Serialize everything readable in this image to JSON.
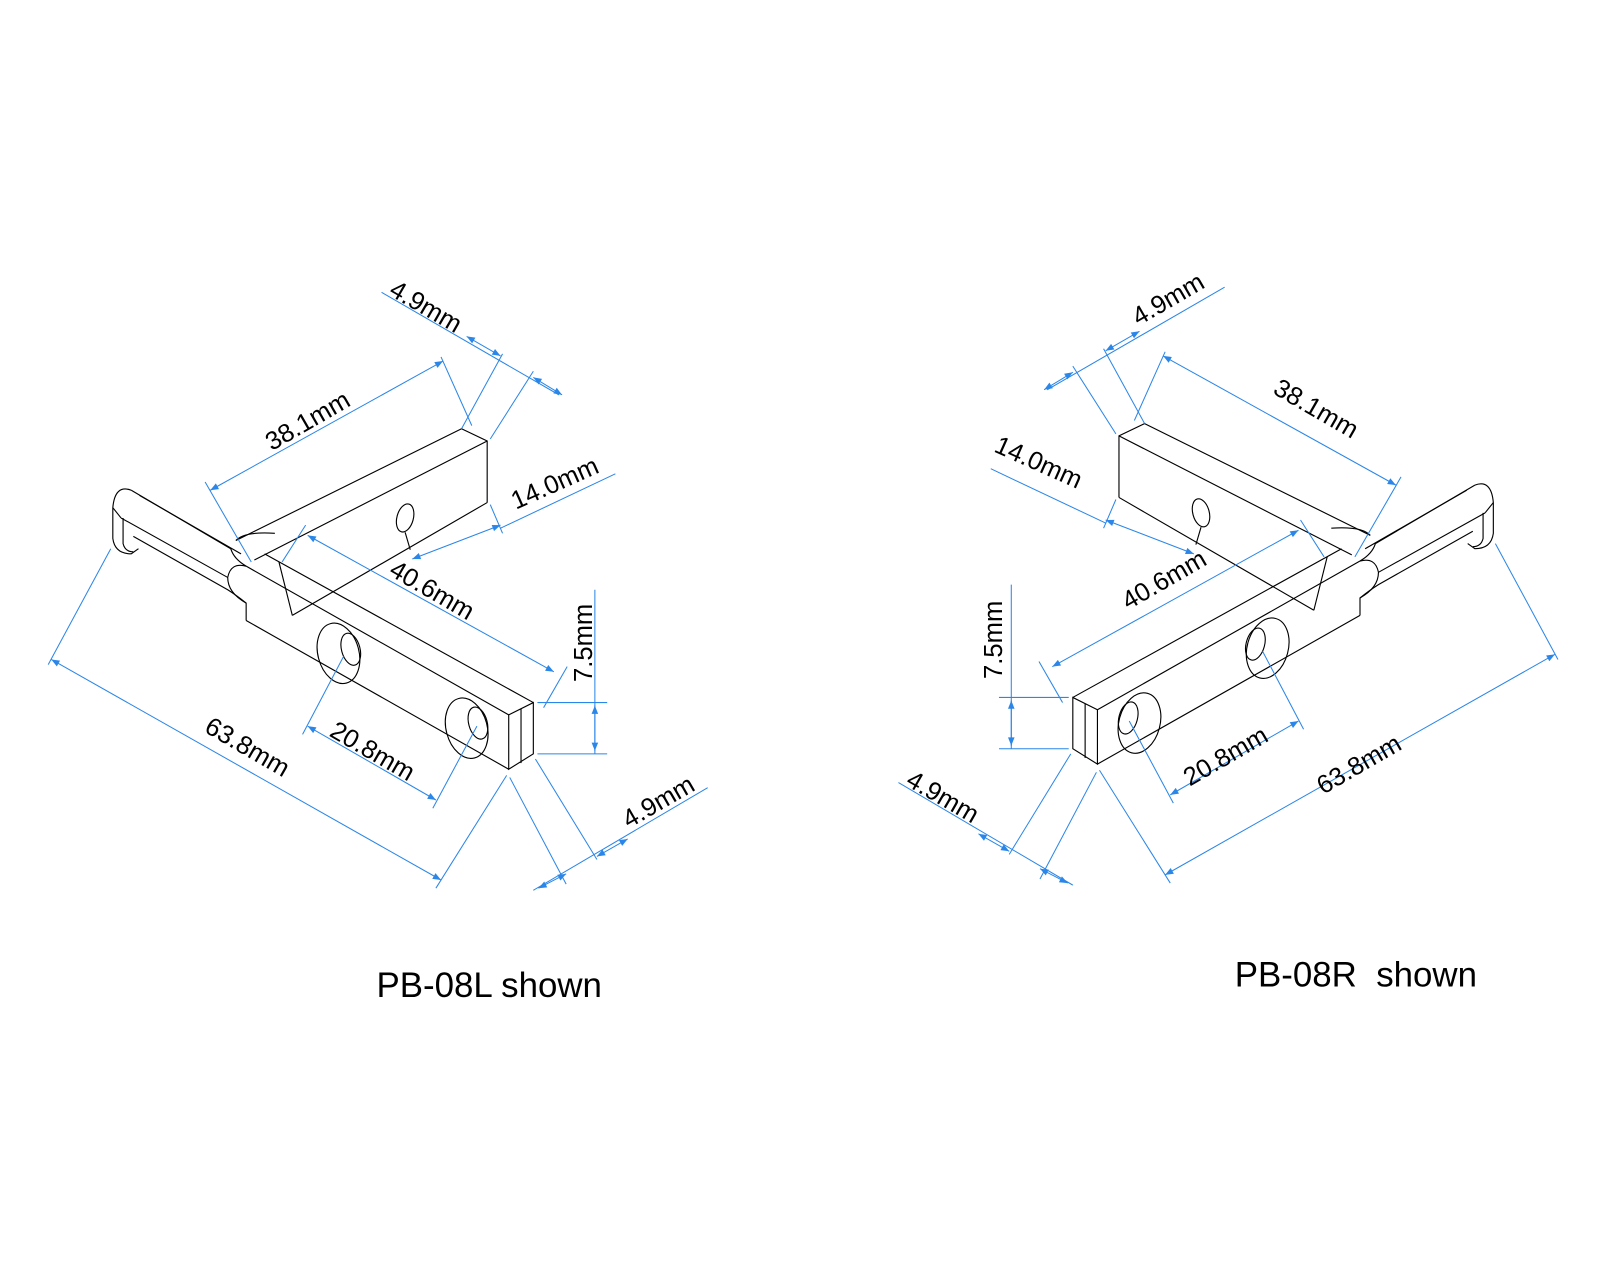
{
  "left_view": {
    "caption": "PB-08L shown",
    "dims": {
      "top_thickness": "4.9mm",
      "arm_length": "38.1mm",
      "arm_height": "14.0mm",
      "arm_offset": "40.6mm",
      "end_height": "7.5mm",
      "overall_length": "63.8mm",
      "hole_spacing": "20.8mm",
      "end_width": "4.9mm"
    }
  },
  "right_view": {
    "caption": "PB-08R  shown",
    "dims": {
      "top_thickness": "4.9mm",
      "arm_length": "38.1mm",
      "arm_height": "14.0mm",
      "arm_offset": "40.6mm",
      "end_height": "7.5mm",
      "overall_length": "63.8mm",
      "hole_spacing": "20.8mm",
      "end_width": "4.9mm"
    }
  },
  "colors": {
    "dimension": "#2a86e8",
    "outline": "#000000"
  }
}
